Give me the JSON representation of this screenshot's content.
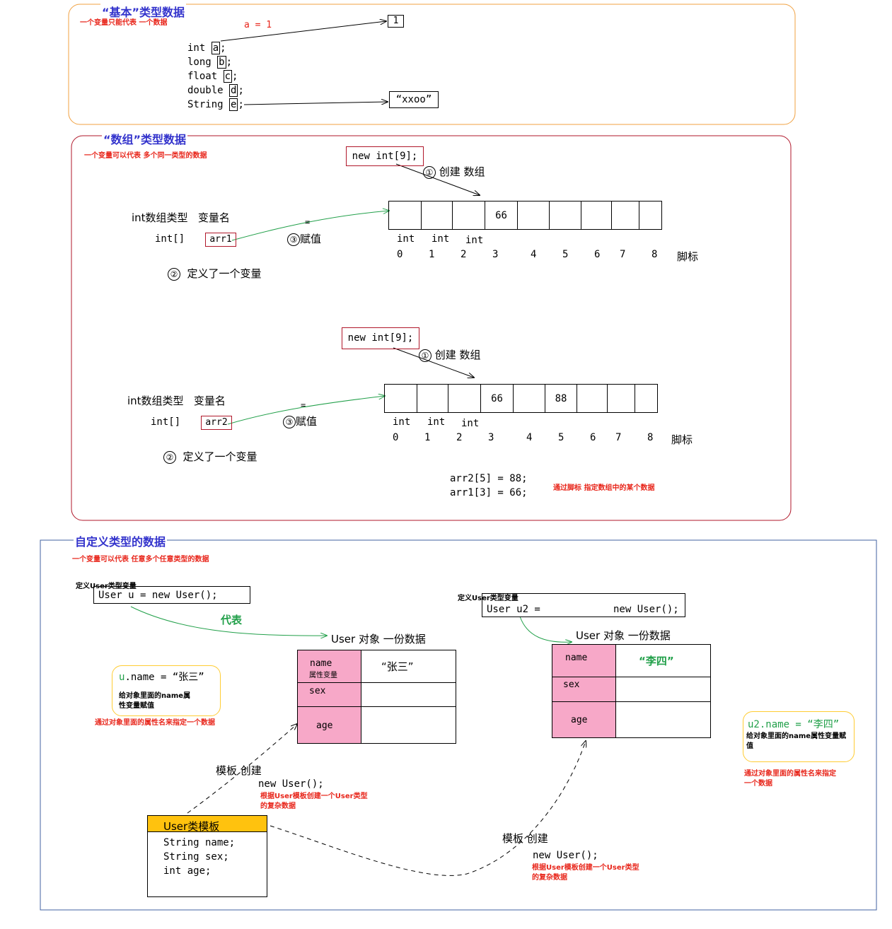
{
  "basic": {
    "title": "“基本”类型数据",
    "note": "一个变量只能代表 一个数据",
    "assign": "a  = 1",
    "value1": "1",
    "decls": [
      {
        "type": "int",
        "var": "a"
      },
      {
        "type": "long",
        "var": "b"
      },
      {
        "type": "float",
        "var": "c"
      },
      {
        "type": "double",
        "var": "d"
      },
      {
        "type": "String",
        "var": "e"
      }
    ],
    "value2": "“xxoo”"
  },
  "array": {
    "title": "“数组”类型数据",
    "note": "一个变量可以代表 多个同一类型的数据",
    "new_expr": "new int[9];",
    "step1": "①",
    "create_label": "创建  数组",
    "type_label": "int数组类型",
    "varname_label": "变量名",
    "int_arr": "int[]",
    "eq": "=",
    "step3": "③",
    "assign_label": "赋值",
    "step2": "②",
    "define_label": "定义了一个变量",
    "int_word": "int",
    "index_label": "脚标",
    "indices": [
      "0",
      "1",
      "2",
      "3",
      "4",
      "5",
      "6",
      "7",
      "8"
    ],
    "arr1_name": "arr1",
    "arr1_values": [
      "",
      "",
      "",
      "66",
      "",
      "",
      "",
      "",
      ""
    ],
    "arr2_name": "arr2",
    "arr2_values": [
      "",
      "",
      "",
      "66",
      "",
      "88",
      "",
      "",
      ""
    ],
    "stmt1": "arr2[5] = 88;",
    "stmt2": "arr1[3] = 66;",
    "stmt_note": "通过脚标  指定数组中的某个数据"
  },
  "custom": {
    "title": "自定义类型的数据",
    "note": "一个变量可以代表  任意多个任意类型的数据",
    "define_label": "定义User类型变量",
    "decl1": "User u  =   new User();",
    "represent": "代表",
    "obj_label": "User 对象  一份数据",
    "fields": [
      "name",
      "sex",
      "age"
    ],
    "attr_var": "属性变量",
    "obj1_name": "“张三”",
    "callout1_code_prefix": "u",
    "callout1_code": ".name = “张三”",
    "callout1_desc": "给对象里面的name属性变量赋值",
    "note_left": "通过对象里面的属性名来指定一个数据",
    "decl2_left": "User u2 =",
    "decl2_right": "new User();",
    "obj2_name": "“李四”",
    "callout2_code": "u2.name = “李四”",
    "callout2_desc": "给对象里面的name属性变量赋值",
    "note_right": "通过对象里面的属性名来指定一个数据",
    "template_create": "模板  创建",
    "new_user": "new User();",
    "new_user_note": "根据User模板创建一个User类型的复杂数据",
    "class_title": "User类模板",
    "class_fields": [
      "String name;",
      "String sex;",
      "int age;"
    ]
  },
  "colors": {
    "section1_border": "#f0a040",
    "section2_border": "#b0172a",
    "section3_border": "#4060a0",
    "title": "#3333cc",
    "note": "#e8261b",
    "pink": "#f7a8c8",
    "gold": "#ffc20e",
    "green_arrow": "#22a04a"
  }
}
